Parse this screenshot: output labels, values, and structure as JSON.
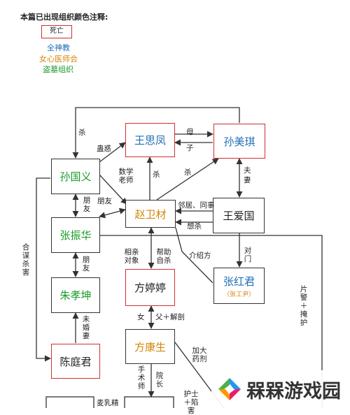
{
  "legend": {
    "title": "本篇已出现组织颜色注释:",
    "dead_label": "死亡",
    "orgs": [
      {
        "label": "全神教",
        "color": "#1f6fb5"
      },
      {
        "label": "女心医师会",
        "color": "#d4870a"
      },
      {
        "label": "盗墓组织",
        "color": "#1a9a2a"
      }
    ]
  },
  "colors": {
    "dead_border": "#d03030",
    "line": "#333333"
  },
  "nodes": {
    "wang_sifeng": {
      "name": "王思凤"
    },
    "sun_meiqi": {
      "name": "孙美琪"
    },
    "sun_guoyi": {
      "name": "孙国义"
    },
    "zhao_weicai": {
      "name": "赵卫材"
    },
    "wang_aiguo": {
      "name": "王爱国"
    },
    "zhang_zhenhua": {
      "name": "张振华"
    },
    "fang_tingting": {
      "name": "方婷婷"
    },
    "zhang_hongjun": {
      "name": "张红君",
      "alias": "（张工尹）"
    },
    "zhu_xiaokun": {
      "name": "朱孝坤"
    },
    "fang_kangsheng": {
      "name": "方康生"
    },
    "chen_tingjun": {
      "name": "陈庭君"
    }
  },
  "edge_labels": {
    "kill_top": "杀",
    "tempt": "蛊惑",
    "mother": "母",
    "son": "子",
    "husband": "夫",
    "wife": "妻",
    "math_teacher": "数学老师",
    "kill_a": "杀",
    "kill_b": "杀",
    "friend_a": "朋友",
    "friend_b": "朋友",
    "neighbor": "邻居、同事",
    "wants_kill": "想杀",
    "conspire": "合谋杀害",
    "blind_date": "相亲对象",
    "help_suicide": "帮助自杀",
    "introduce": "介绍方",
    "rival": "对门",
    "friend_c": "朋友",
    "fiance": "未婚妻",
    "daughter": "女",
    "father_dissect": "父＋解剖",
    "slice_police": "片警＋掩护",
    "overdose": "加大药剂",
    "surgeon": "手术师",
    "dean": "院长",
    "nurse": "护士＋陷害",
    "wheat_milk": "麦乳精"
  },
  "watermark": {
    "text": "槑槑游戏园"
  }
}
